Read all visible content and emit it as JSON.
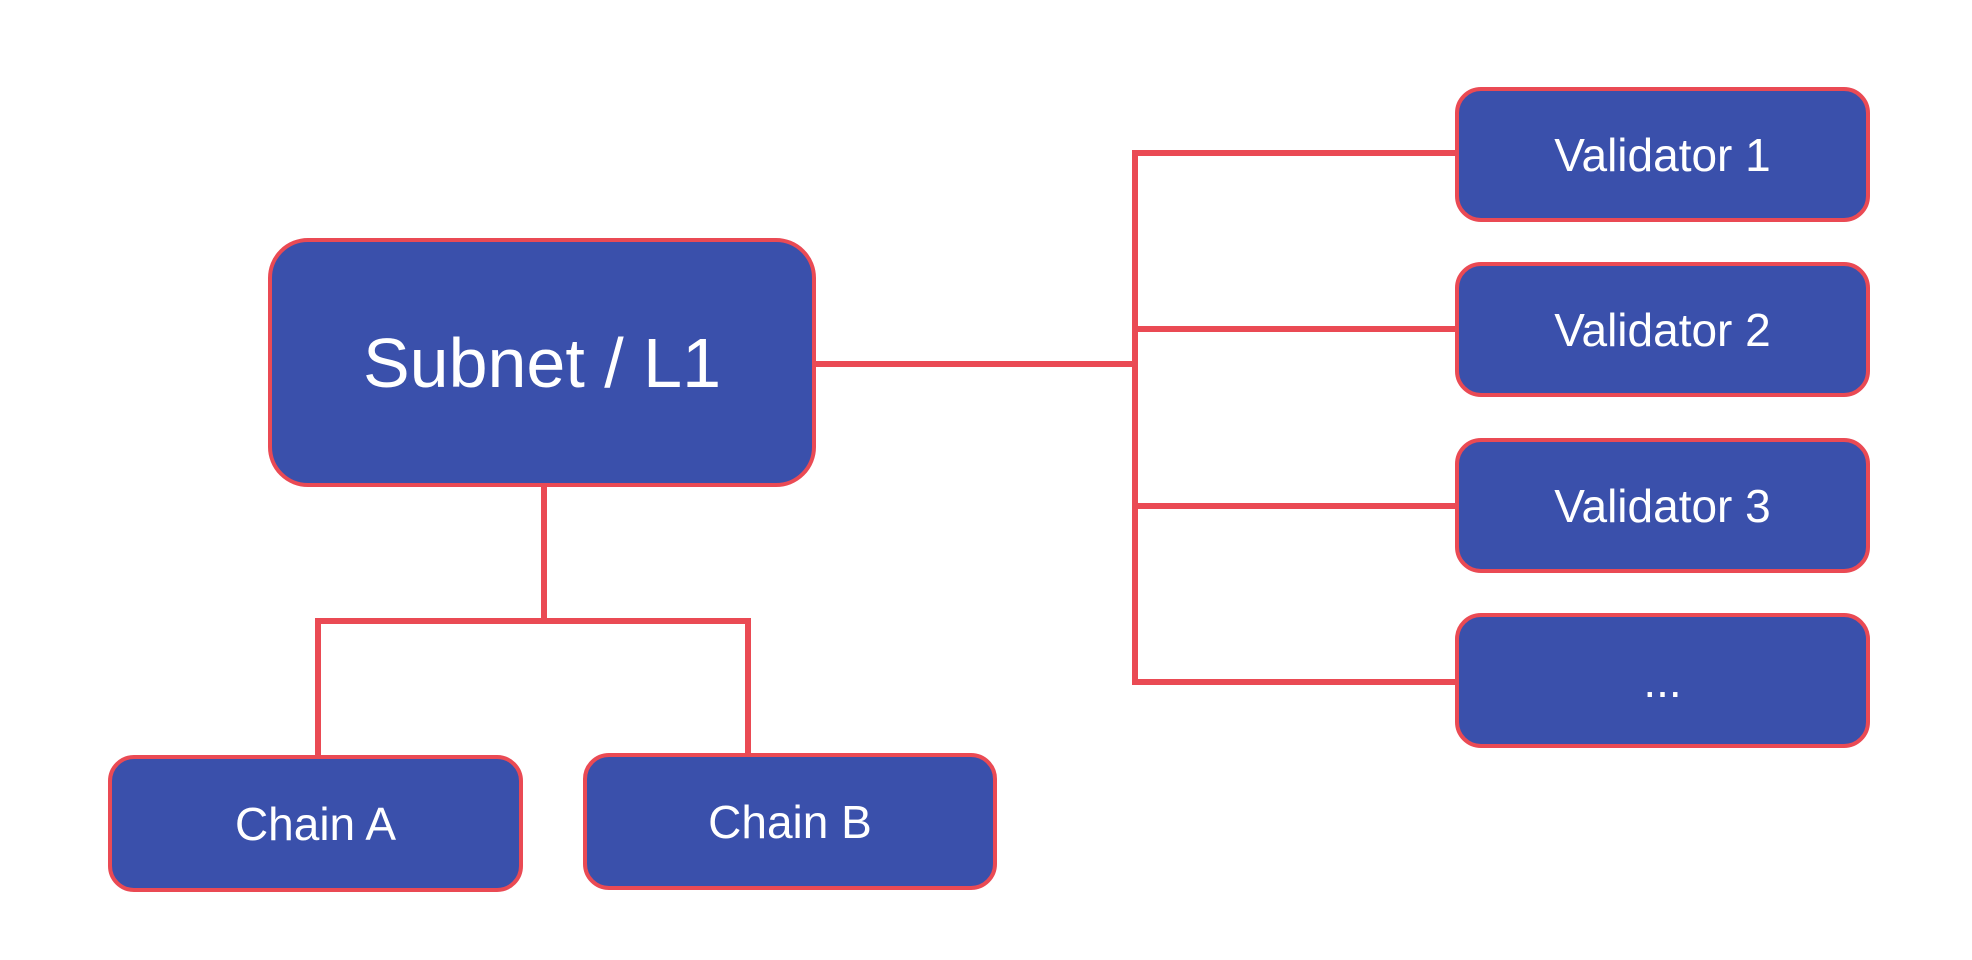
{
  "diagram": {
    "subnet": {
      "label": "Subnet / L1"
    },
    "chains": [
      {
        "label": "Chain A"
      },
      {
        "label": "Chain B"
      }
    ],
    "validators": [
      {
        "label": "Validator 1"
      },
      {
        "label": "Validator 2"
      },
      {
        "label": "Validator 3"
      },
      {
        "label": "..."
      }
    ]
  },
  "colors": {
    "node_fill": "#3A50AB",
    "node_border": "#EA4A54",
    "connector": "#EA4A54",
    "node_text": "#FFFFFF",
    "background": "#FFFFFF"
  }
}
